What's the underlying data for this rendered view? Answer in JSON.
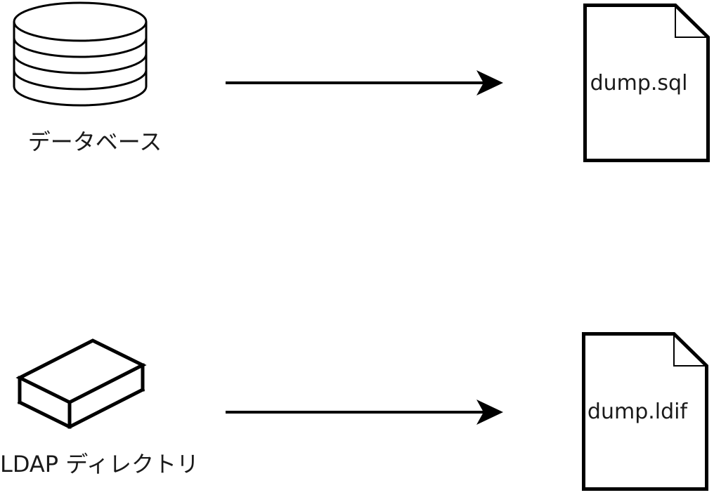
{
  "diagram": {
    "title": "database and LDAP directory dump diagram",
    "background_color": "#ffffff",
    "stroke_color": "#000000",
    "text_color": "#1a1a1a",
    "rows": [
      {
        "source": {
          "icon": "database-icon",
          "label": "データベース"
        },
        "arrow": {
          "icon": "right-arrow-icon",
          "direction": "right"
        },
        "target": {
          "icon": "document-icon",
          "label": "dump.sql"
        }
      },
      {
        "source": {
          "icon": "box-icon",
          "label": "LDAP ディレクトリ"
        },
        "arrow": {
          "icon": "right-arrow-icon",
          "direction": "right"
        },
        "target": {
          "icon": "document-icon",
          "label": "dump.ldif"
        }
      }
    ]
  }
}
